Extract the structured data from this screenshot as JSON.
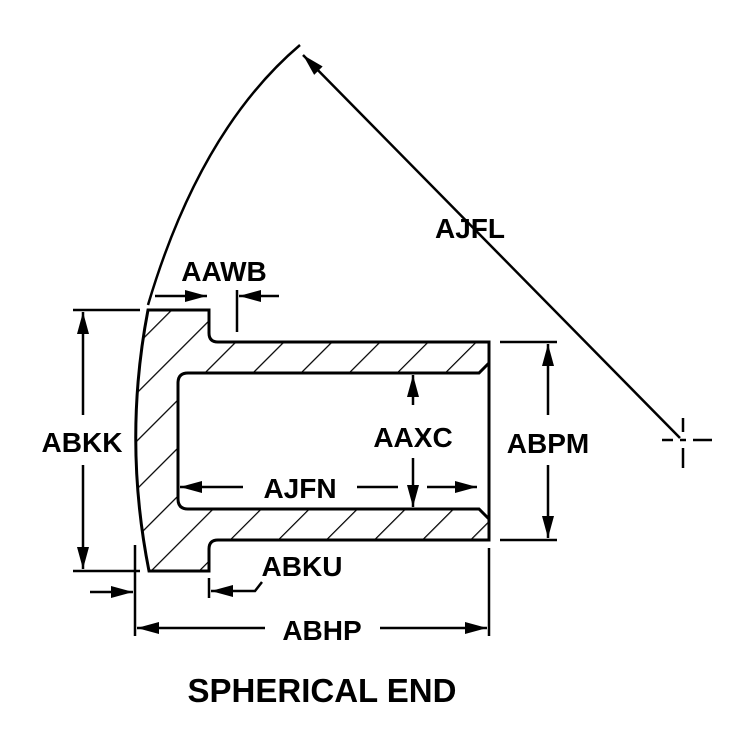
{
  "title": "SPHERICAL END",
  "labels": {
    "radius": "AJFL",
    "flange_thickness": "AAWB",
    "flange_diameter": "ABKK",
    "bore_diameter": "AAXC",
    "outer_diameter": "ABPM",
    "bore_depth": "AJFN",
    "fillet": "ABKU",
    "overall_length": "ABHP"
  }
}
